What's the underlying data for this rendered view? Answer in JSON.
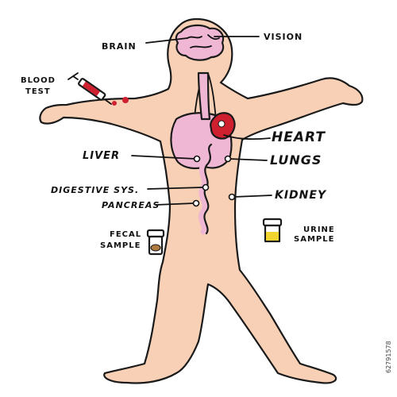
{
  "labels": {
    "brain": "BRAIN",
    "vision": "VISION",
    "blood_test_line1": "BLOOD",
    "blood_test_line2": "TEST",
    "heart": "HEART",
    "liver": "LIVER",
    "lungs": "LUNGS",
    "digestive": "DIGESTIVE SYS.",
    "kidney": "KIDNEY",
    "pancreas": "PANCREAS",
    "urine_line1": "URINE",
    "urine_line2": "SAMPLE",
    "fecal_line1": "FECAL",
    "fecal_line2": "SAMPLE"
  },
  "watermark": {
    "id": "62791578"
  },
  "colors": {
    "skin": "#f7d0b5",
    "organ_pink": "#efb7d4",
    "heart_red": "#cf2030",
    "urine_yellow": "#f1d42d",
    "outline": "#1a1a1a"
  }
}
